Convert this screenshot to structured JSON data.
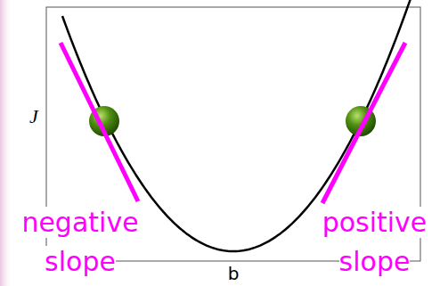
{
  "diagram": {
    "labels": [
      "J",
      "b",
      "negative slope",
      "positive slope"
    ]
  }
}
